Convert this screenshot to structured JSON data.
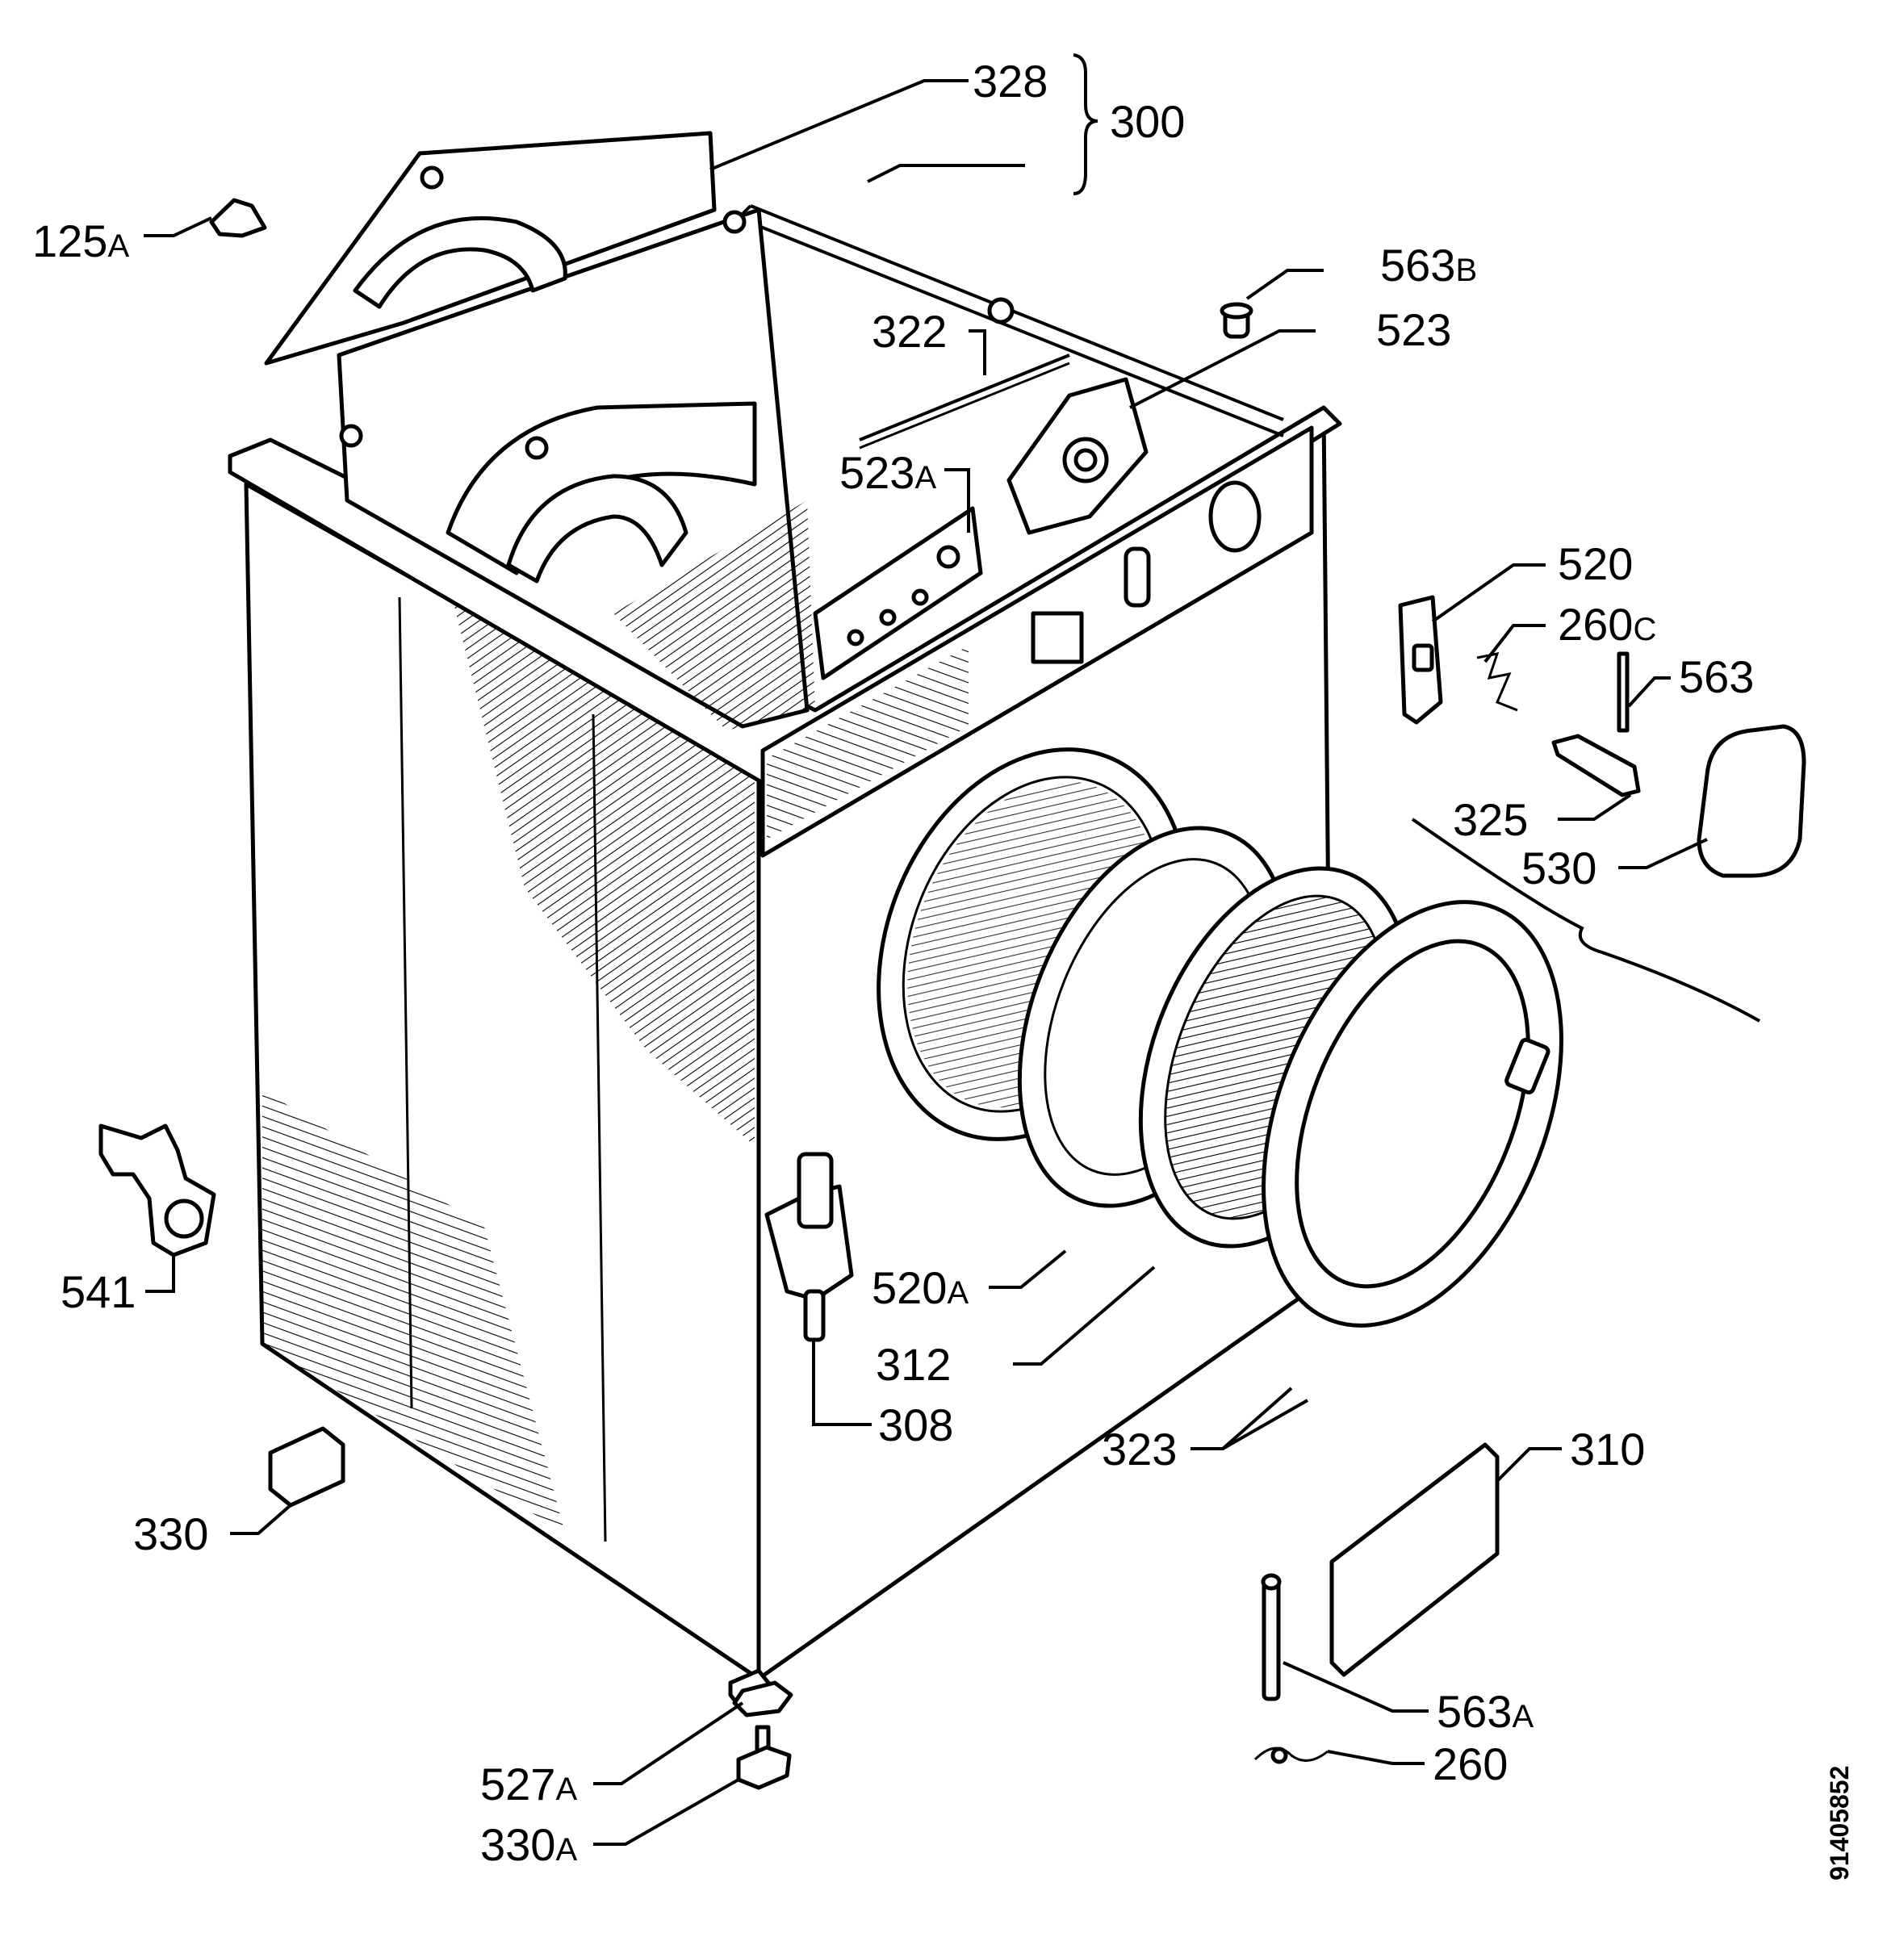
{
  "labels": {
    "l328": {
      "num": "328"
    },
    "l300": {
      "num": "300"
    },
    "l125a": {
      "num": "125",
      "suffix": "A"
    },
    "l563b": {
      "num": "563",
      "suffix": "B"
    },
    "l322": {
      "num": "322"
    },
    "l523": {
      "num": "523"
    },
    "l523a": {
      "num": "523",
      "suffix": "A"
    },
    "l520": {
      "num": "520"
    },
    "l260c": {
      "num": "260",
      "suffix": "C"
    },
    "l563": {
      "num": "563"
    },
    "l325": {
      "num": "325"
    },
    "l530": {
      "num": "530"
    },
    "l541": {
      "num": "541"
    },
    "l520a": {
      "num": "520",
      "suffix": "A"
    },
    "l312": {
      "num": "312"
    },
    "l308": {
      "num": "308"
    },
    "l323": {
      "num": "323"
    },
    "l310": {
      "num": "310"
    },
    "l330": {
      "num": "330"
    },
    "l563a": {
      "num": "563",
      "suffix": "A"
    },
    "l260": {
      "num": "260"
    },
    "l527a": {
      "num": "527",
      "suffix": "A"
    },
    "l330a": {
      "num": "330",
      "suffix": "A"
    }
  },
  "drawing_number": "91405852"
}
